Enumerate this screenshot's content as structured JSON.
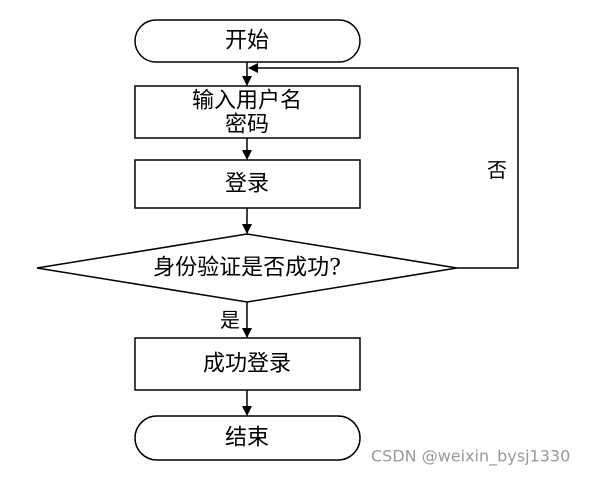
{
  "nodes": {
    "start": "开始",
    "input": [
      "输入用户名",
      "密码"
    ],
    "login": "登录",
    "decision": "身份验证是否成功?",
    "success": "成功登录",
    "end": "结束"
  },
  "edges": {
    "yes": "是",
    "no": "否"
  },
  "watermark": "CSDN @weixin_bysj1330"
}
